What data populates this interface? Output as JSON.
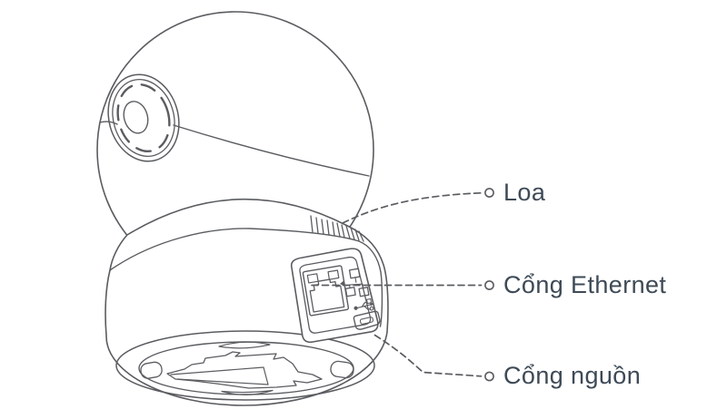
{
  "diagram": {
    "labels": {
      "speaker": "Loa",
      "ethernet": "Cổng Ethernet",
      "power": "Cổng nguồn"
    },
    "icons": {
      "ethernet": "ethernet-lan-icon",
      "usb": "usb-trident-icon"
    },
    "colors": {
      "line": "#5a5c60",
      "label_text": "#3e4a56",
      "background": "#ffffff"
    }
  }
}
